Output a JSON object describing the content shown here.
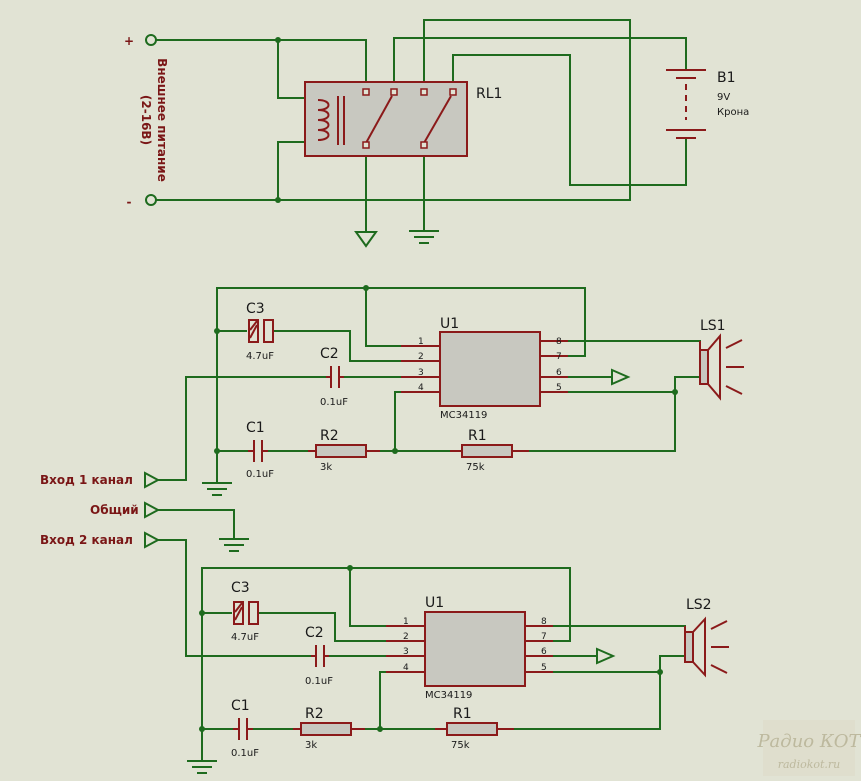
{
  "colors": {
    "background": "#e1e3d4",
    "wire": "#1e6b1e",
    "component": "#8b1a1a",
    "label": "#7a1616"
  },
  "power_section": {
    "plus_label": "+",
    "minus_label": "-",
    "ext_power_line1": "Внешнее питание",
    "ext_power_line2": "(2-16В)",
    "relay": {
      "ref": "RL1"
    },
    "battery": {
      "ref": "B1",
      "value": "9V",
      "type": "Крона"
    }
  },
  "inputs": {
    "ch1": "Вход 1 канал",
    "common": "Общий",
    "ch2": "Вход 2 канал"
  },
  "channels": [
    {
      "ic": {
        "ref": "U1",
        "part": "MC34119",
        "pins_left": [
          "1",
          "2",
          "3",
          "4"
        ],
        "pins_right": [
          "8",
          "7",
          "6",
          "5"
        ]
      },
      "c3": {
        "ref": "C3",
        "value": "4.7uF"
      },
      "c2": {
        "ref": "C2",
        "value": "0.1uF"
      },
      "c1": {
        "ref": "C1",
        "value": "0.1uF"
      },
      "r2": {
        "ref": "R2",
        "value": "3k"
      },
      "r1": {
        "ref": "R1",
        "value": "75k"
      },
      "speaker": {
        "ref": "LS1"
      }
    },
    {
      "ic": {
        "ref": "U1",
        "part": "MC34119",
        "pins_left": [
          "1",
          "2",
          "3",
          "4"
        ],
        "pins_right": [
          "8",
          "7",
          "6",
          "5"
        ]
      },
      "c3": {
        "ref": "C3",
        "value": "4.7uF"
      },
      "c2": {
        "ref": "C2",
        "value": "0.1uF"
      },
      "c1": {
        "ref": "C1",
        "value": "0.1uF"
      },
      "r2": {
        "ref": "R2",
        "value": "3k"
      },
      "r1": {
        "ref": "R1",
        "value": "75k"
      },
      "speaker": {
        "ref": "LS2"
      }
    }
  ],
  "watermark": {
    "logo": "Радио КОТ",
    "url": "radiokot.ru"
  }
}
